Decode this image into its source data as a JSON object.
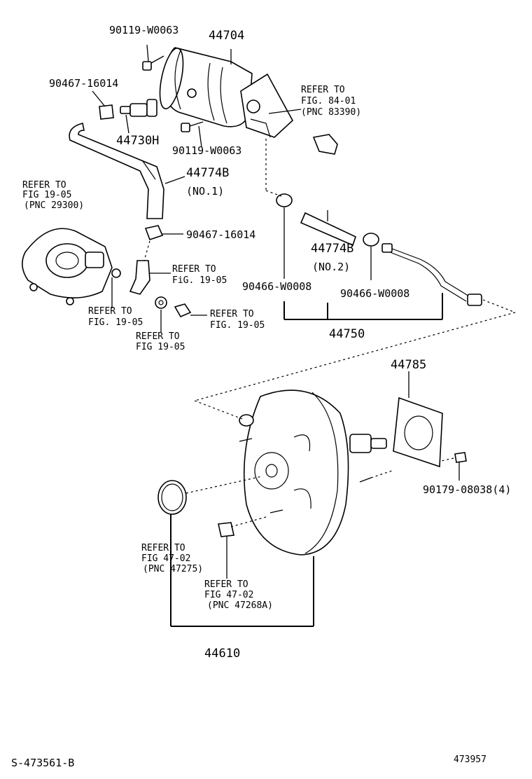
{
  "parts": {
    "p44704": "44704",
    "p90119_top": "90119-W0063",
    "p90467_top": "90467-16014",
    "p44730H": "44730H",
    "p90119_bottom": "90119-W0063",
    "p44774B_1": "44774B",
    "no1": "(NO.1)",
    "p90467_mid": "90467-16014",
    "p44774B_2": "44774B",
    "no2": "(NO.2)",
    "p90466_left": "90466-W0008",
    "p90466_right": "90466-W0008",
    "p44750": "44750",
    "p44785": "44785",
    "p90179": "90179-08038(4)",
    "p44610": "44610"
  },
  "refs": {
    "fig84": [
      "REFER TO",
      "FIG. 84-01",
      "(PNC 83390)"
    ],
    "fig19_pump": [
      "REFER TO",
      "FIG 19-05",
      "(PNC 29300)"
    ],
    "fig19_a": [
      "REFER TO",
      "FiG. 19-05"
    ],
    "fig19_b": [
      "REFER TO",
      "FIG. 19-05"
    ],
    "fig19_c": [
      "REFER TO",
      "FIG 19-05"
    ],
    "fig19_d": [
      "REFER TO",
      "FIG. 19-05"
    ],
    "fig47_a": [
      "REFER TO",
      "FIG 47-02",
      "(PNC 47275)"
    ],
    "fig47_b": [
      "REFER TO",
      "FIG 47-02",
      "(PNC 47268A)"
    ]
  },
  "footer": {
    "left_code": "S-473561-B",
    "right_code": "473957"
  }
}
